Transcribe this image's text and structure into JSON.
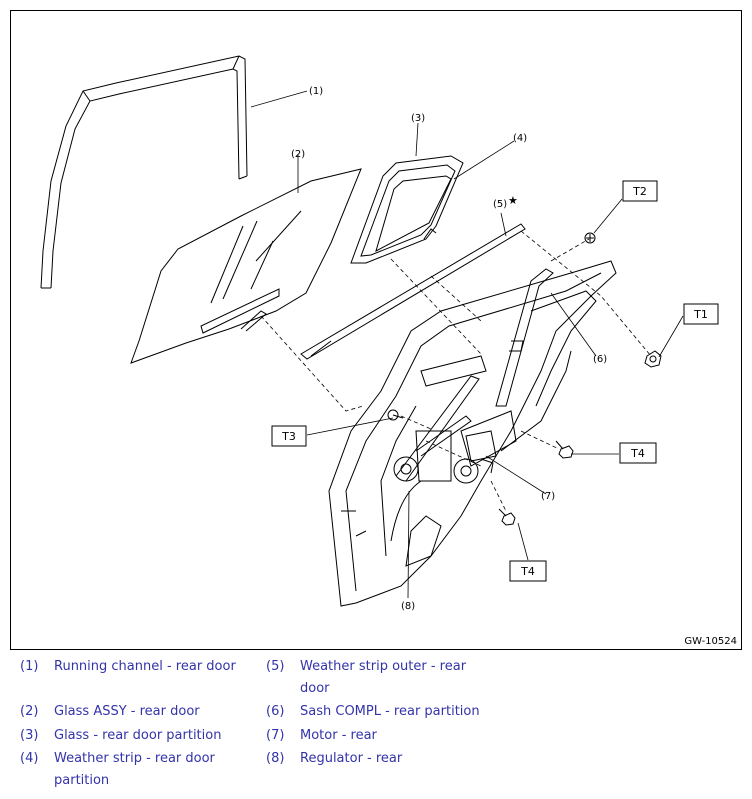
{
  "callouts": {
    "c1": "(1)",
    "c2": "(2)",
    "c3": "(3)",
    "c4": "(4)",
    "c5": "(5)",
    "c5_star": "★",
    "c6": "(6)",
    "c7": "(7)",
    "c8": "(8)"
  },
  "torque_labels": {
    "t1": "T1",
    "t2": "T2",
    "t3": "T3",
    "t4a": "T4",
    "t4b": "T4"
  },
  "figure_id": "GW-10524",
  "legend": [
    {
      "num": "(1)",
      "text": "Running channel - rear door"
    },
    {
      "num": "(2)",
      "text": "Glass ASSY - rear door"
    },
    {
      "num": "(3)",
      "text": "Glass - rear door partition"
    },
    {
      "num": "(4)",
      "text": "Weather strip - rear door partition"
    },
    {
      "num": "(5)",
      "text": "Weather strip outer - rear door"
    },
    {
      "num": "(6)",
      "text": "Sash COMPL - rear partition"
    },
    {
      "num": "(7)",
      "text": "Motor - rear"
    },
    {
      "num": "(8)",
      "text": "Regulator - rear"
    }
  ]
}
